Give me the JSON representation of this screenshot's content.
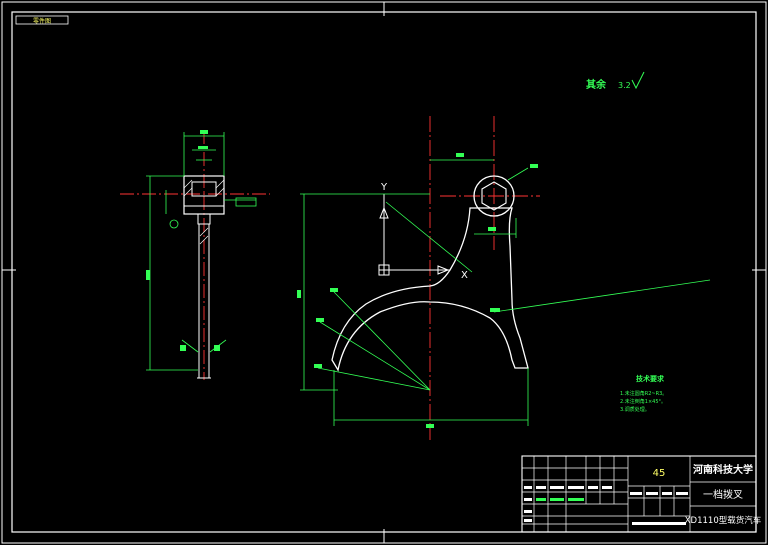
{
  "window": {
    "title_stamp": "零件图"
  },
  "drawing": {
    "roughness_note": "其余",
    "roughness_value": "3.2",
    "axis_label_y": "Y",
    "axis_label_x": "X",
    "notes_title": "技术要求",
    "notes": [
      "1.未注圆角R2~R3。",
      "2.未注倒角1×45°。",
      "3.调质处理。"
    ]
  },
  "title_block": {
    "material": "45",
    "school": "河南科技大学",
    "part_name": "一档拨叉",
    "vehicle": "XD1110型载货汽车"
  },
  "colors": {
    "background": "#000000",
    "geometry": "#ffffff",
    "dimension": "#33ff55",
    "centerline": "#ff3333",
    "frame": "#ffffff"
  }
}
